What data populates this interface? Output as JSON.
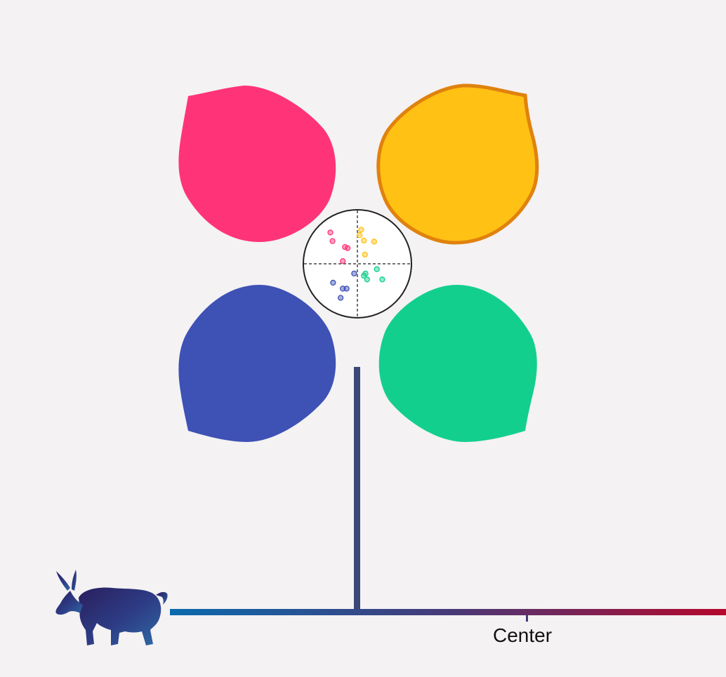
{
  "scale": {
    "center_label": "Center",
    "left_color": "#0a6aad",
    "mid_color": "#463a78",
    "right_color": "#b5082c",
    "position_fraction": 0.338,
    "center_fraction": 0.64
  },
  "stem_color": "#3a4878",
  "icon": "donkey-icon",
  "petals": [
    {
      "name": "petal-top-left",
      "color": "#ff3478",
      "selected": false
    },
    {
      "name": "petal-top-right",
      "color": "#ffc113",
      "selected": true,
      "outline": "#e0820e"
    },
    {
      "name": "petal-bottom-left",
      "color": "#3e51b5",
      "selected": false
    },
    {
      "name": "petal-bottom-right",
      "color": "#13cf8e",
      "selected": false
    }
  ],
  "scatter": {
    "axes": "dashed",
    "points": [
      {
        "quadrant": "top-left",
        "color": "#ff3478",
        "x": -0.5,
        "y": 0.58
      },
      {
        "quadrant": "top-left",
        "color": "#ff3478",
        "x": -0.46,
        "y": 0.42
      },
      {
        "quadrant": "top-left",
        "color": "#ff3478",
        "x": -0.23,
        "y": 0.31
      },
      {
        "quadrant": "top-left",
        "color": "#ff3478",
        "x": -0.18,
        "y": 0.29
      },
      {
        "quadrant": "top-left",
        "color": "#ff3478",
        "x": -0.27,
        "y": 0.05
      },
      {
        "quadrant": "top-right",
        "color": "#ffc113",
        "x": 0.07,
        "y": 0.63
      },
      {
        "quadrant": "top-right",
        "color": "#ffc113",
        "x": 0.04,
        "y": 0.53
      },
      {
        "quadrant": "top-right",
        "color": "#ffc113",
        "x": 0.12,
        "y": 0.43
      },
      {
        "quadrant": "top-right",
        "color": "#ffc113",
        "x": 0.31,
        "y": 0.41
      },
      {
        "quadrant": "top-right",
        "color": "#ffc113",
        "x": 0.14,
        "y": 0.17
      },
      {
        "quadrant": "bottom-left",
        "color": "#3e51b5",
        "x": -0.06,
        "y": -0.18
      },
      {
        "quadrant": "bottom-left",
        "color": "#3e51b5",
        "x": -0.45,
        "y": -0.35
      },
      {
        "quadrant": "bottom-left",
        "color": "#3e51b5",
        "x": -0.27,
        "y": -0.46
      },
      {
        "quadrant": "bottom-left",
        "color": "#3e51b5",
        "x": -0.2,
        "y": -0.46
      },
      {
        "quadrant": "bottom-left",
        "color": "#3e51b5",
        "x": -0.31,
        "y": -0.63
      },
      {
        "quadrant": "bottom-right",
        "color": "#13cf8e",
        "x": 0.36,
        "y": -0.1
      },
      {
        "quadrant": "bottom-right",
        "color": "#13cf8e",
        "x": 0.15,
        "y": -0.18
      },
      {
        "quadrant": "bottom-right",
        "color": "#13cf8e",
        "x": 0.12,
        "y": -0.22
      },
      {
        "quadrant": "bottom-right",
        "color": "#13cf8e",
        "x": 0.18,
        "y": -0.29
      },
      {
        "quadrant": "bottom-right",
        "color": "#13cf8e",
        "x": 0.46,
        "y": -0.29
      }
    ]
  }
}
